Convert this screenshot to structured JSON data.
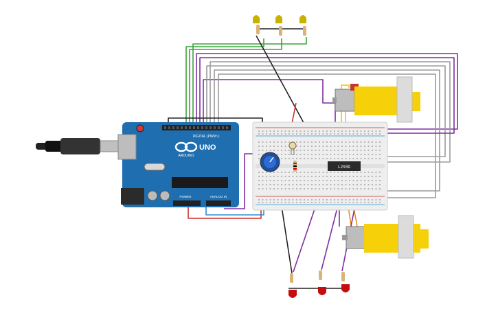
{
  "arduino": {
    "brand": "ARDUINO",
    "model": "UNO",
    "digital_label": "DIGITAL (PWM~)",
    "power_label": "POWER",
    "analog_label": "ANALOG IN"
  },
  "driver_ic": {
    "label": "L293D"
  },
  "colors": {
    "board": "#1f6fb0",
    "breadboard": "#eeeeee",
    "motor": "#f6d10a",
    "wire_green": "#3aa33a",
    "wire_purple": "#7d2fa0",
    "wire_gray": "#9a9a9a",
    "wire_black": "#222222",
    "wire_red": "#d22b2b",
    "wire_blue": "#2b8fd2",
    "wire_yellow": "#f2c200",
    "wire_orange": "#f08a1c",
    "led_yellow": "#c9b100",
    "led_red": "#c40e0e"
  }
}
